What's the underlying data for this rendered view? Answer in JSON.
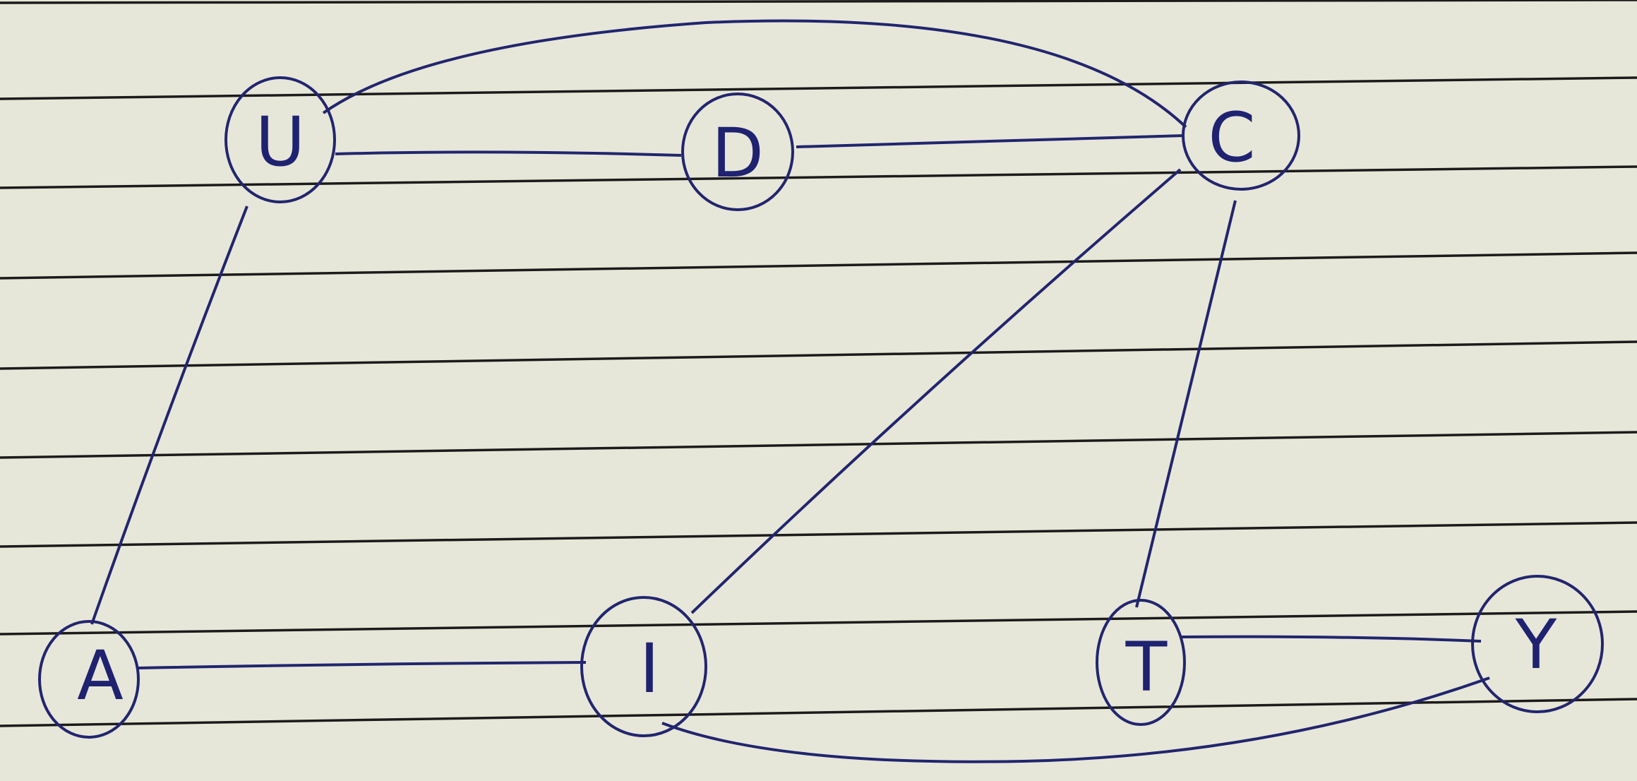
{
  "diagram": {
    "type": "undirected graph",
    "nodes": [
      {
        "id": "U",
        "label": "U"
      },
      {
        "id": "D",
        "label": "D"
      },
      {
        "id": "C",
        "label": "C"
      },
      {
        "id": "A",
        "label": "A"
      },
      {
        "id": "I",
        "label": "I"
      },
      {
        "id": "T",
        "label": "T"
      },
      {
        "id": "Y",
        "label": "Y"
      }
    ],
    "edges": [
      {
        "from": "U",
        "to": "D"
      },
      {
        "from": "U",
        "to": "C"
      },
      {
        "from": "D",
        "to": "C"
      },
      {
        "from": "U",
        "to": "A"
      },
      {
        "from": "A",
        "to": "I"
      },
      {
        "from": "C",
        "to": "I"
      },
      {
        "from": "C",
        "to": "T"
      },
      {
        "from": "T",
        "to": "Y"
      },
      {
        "from": "I",
        "to": "Y"
      }
    ],
    "colors": {
      "ink": "#22256e",
      "paper": "#ececdf",
      "rule": "#1b1b1b"
    }
  }
}
